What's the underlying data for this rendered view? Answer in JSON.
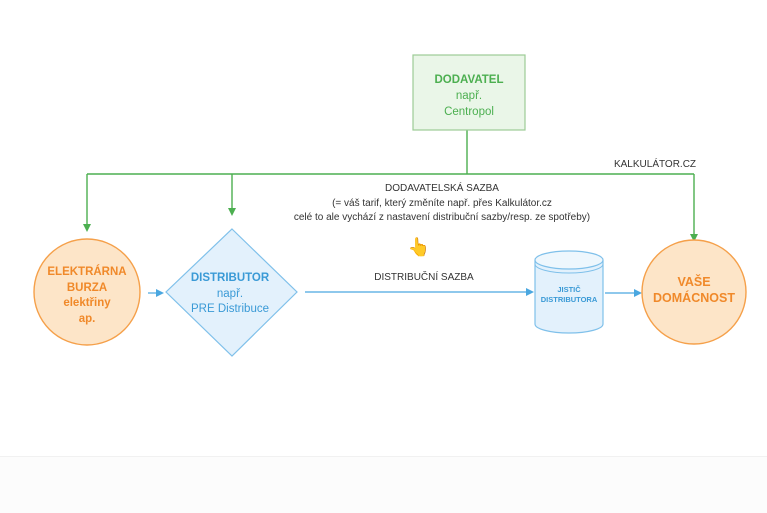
{
  "supplier": {
    "title": "DODAVATEL",
    "line1": "např.",
    "line2": "Centropol"
  },
  "site_label": "KALKULÁTOR.CZ",
  "supplier_tariff": {
    "title": "DODAVATELSKÁ SAZBA",
    "line1": "(= váš tarif, který změníte např. přes Kalkulátor.cz",
    "line2": "celé to ale vychází z nastavení distribuční sazby/resp. ze spotřeby)"
  },
  "pointer_glyph": "👆",
  "power_exchange": {
    "line1": "ELEKTRÁRNA",
    "line2": "BURZA",
    "line3": "elektřiny",
    "line4": "ap."
  },
  "distributor": {
    "title": "DISTRIBUTOR",
    "line1": "např.",
    "line2": "PRE Distribuce"
  },
  "distribution_tariff": "DISTRIBUČNÍ SAZBA",
  "breaker": {
    "line1": "JISTIČ",
    "line2": "DISTRIBUTORA"
  },
  "household": {
    "line1": "VAŠE",
    "line2": "DOMÁCNOST"
  },
  "colors": {
    "green": "#4caf50",
    "green_fill": "#eaf6e8",
    "green_stroke": "#9ccc96",
    "orange": "#f5a04a",
    "orange_fill": "#fde5c8",
    "orange_text": "#f0892a",
    "blue": "#4aa7e0",
    "blue_fill": "#e3f1fc",
    "blue_stroke": "#7fc0ea",
    "blue_text": "#3a9ad6",
    "ink": "#333333"
  }
}
